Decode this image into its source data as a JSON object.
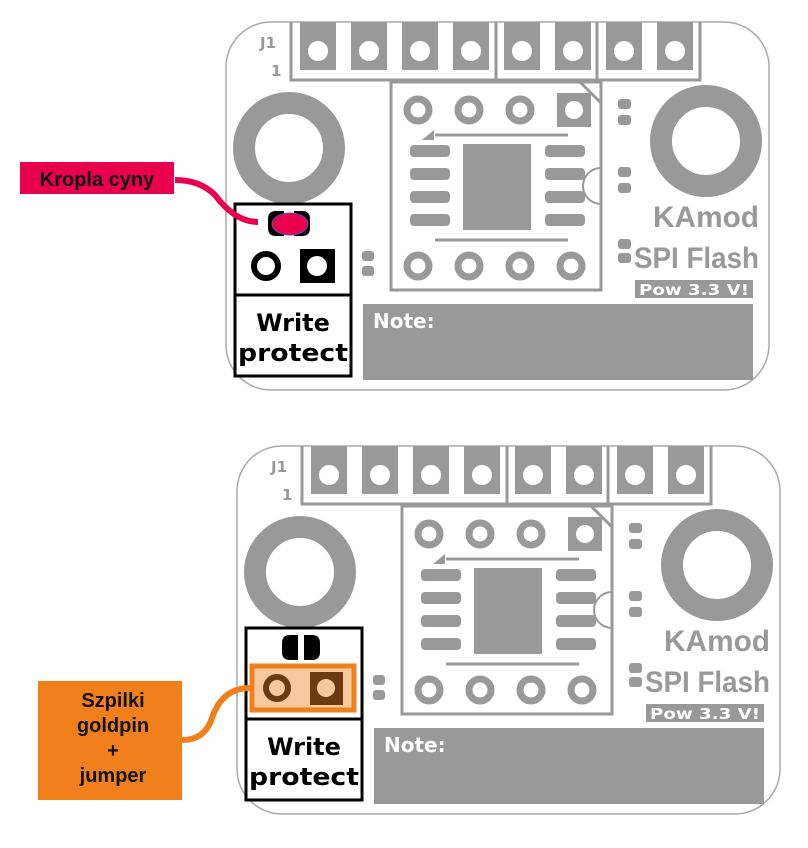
{
  "colors": {
    "pcb_gray": "#999999",
    "board_outline": "#aaaaaa",
    "solder_drop": "#e8004f",
    "jumper_orange": "#f07f1c",
    "jumper_fill": "#f8c9a0",
    "jumper_dark": "#6b3a10",
    "black": "#000000"
  },
  "boards": [
    {
      "id": "top",
      "connector_label": "J1",
      "pin1_label": "1",
      "title_line1": "KAmod",
      "title_line2": "SPI Flash",
      "power_label": "Pow 3.3 V!",
      "note_label": "Note:",
      "wp_line1": "Write",
      "wp_line2": "protect",
      "callout": {
        "lines": [
          "Kropla cyny"
        ],
        "style": "solder-drop"
      }
    },
    {
      "id": "bottom",
      "connector_label": "J1",
      "pin1_label": "1",
      "title_line1": "KAmod",
      "title_line2": "SPI Flash",
      "power_label": "Pow 3.3 V!",
      "note_label": "Note:",
      "wp_line1": "Write",
      "wp_line2": "protect",
      "callout": {
        "lines": [
          "Szpilki",
          "goldpin",
          "+",
          "jumper"
        ],
        "style": "goldpin-jumper"
      }
    }
  ]
}
